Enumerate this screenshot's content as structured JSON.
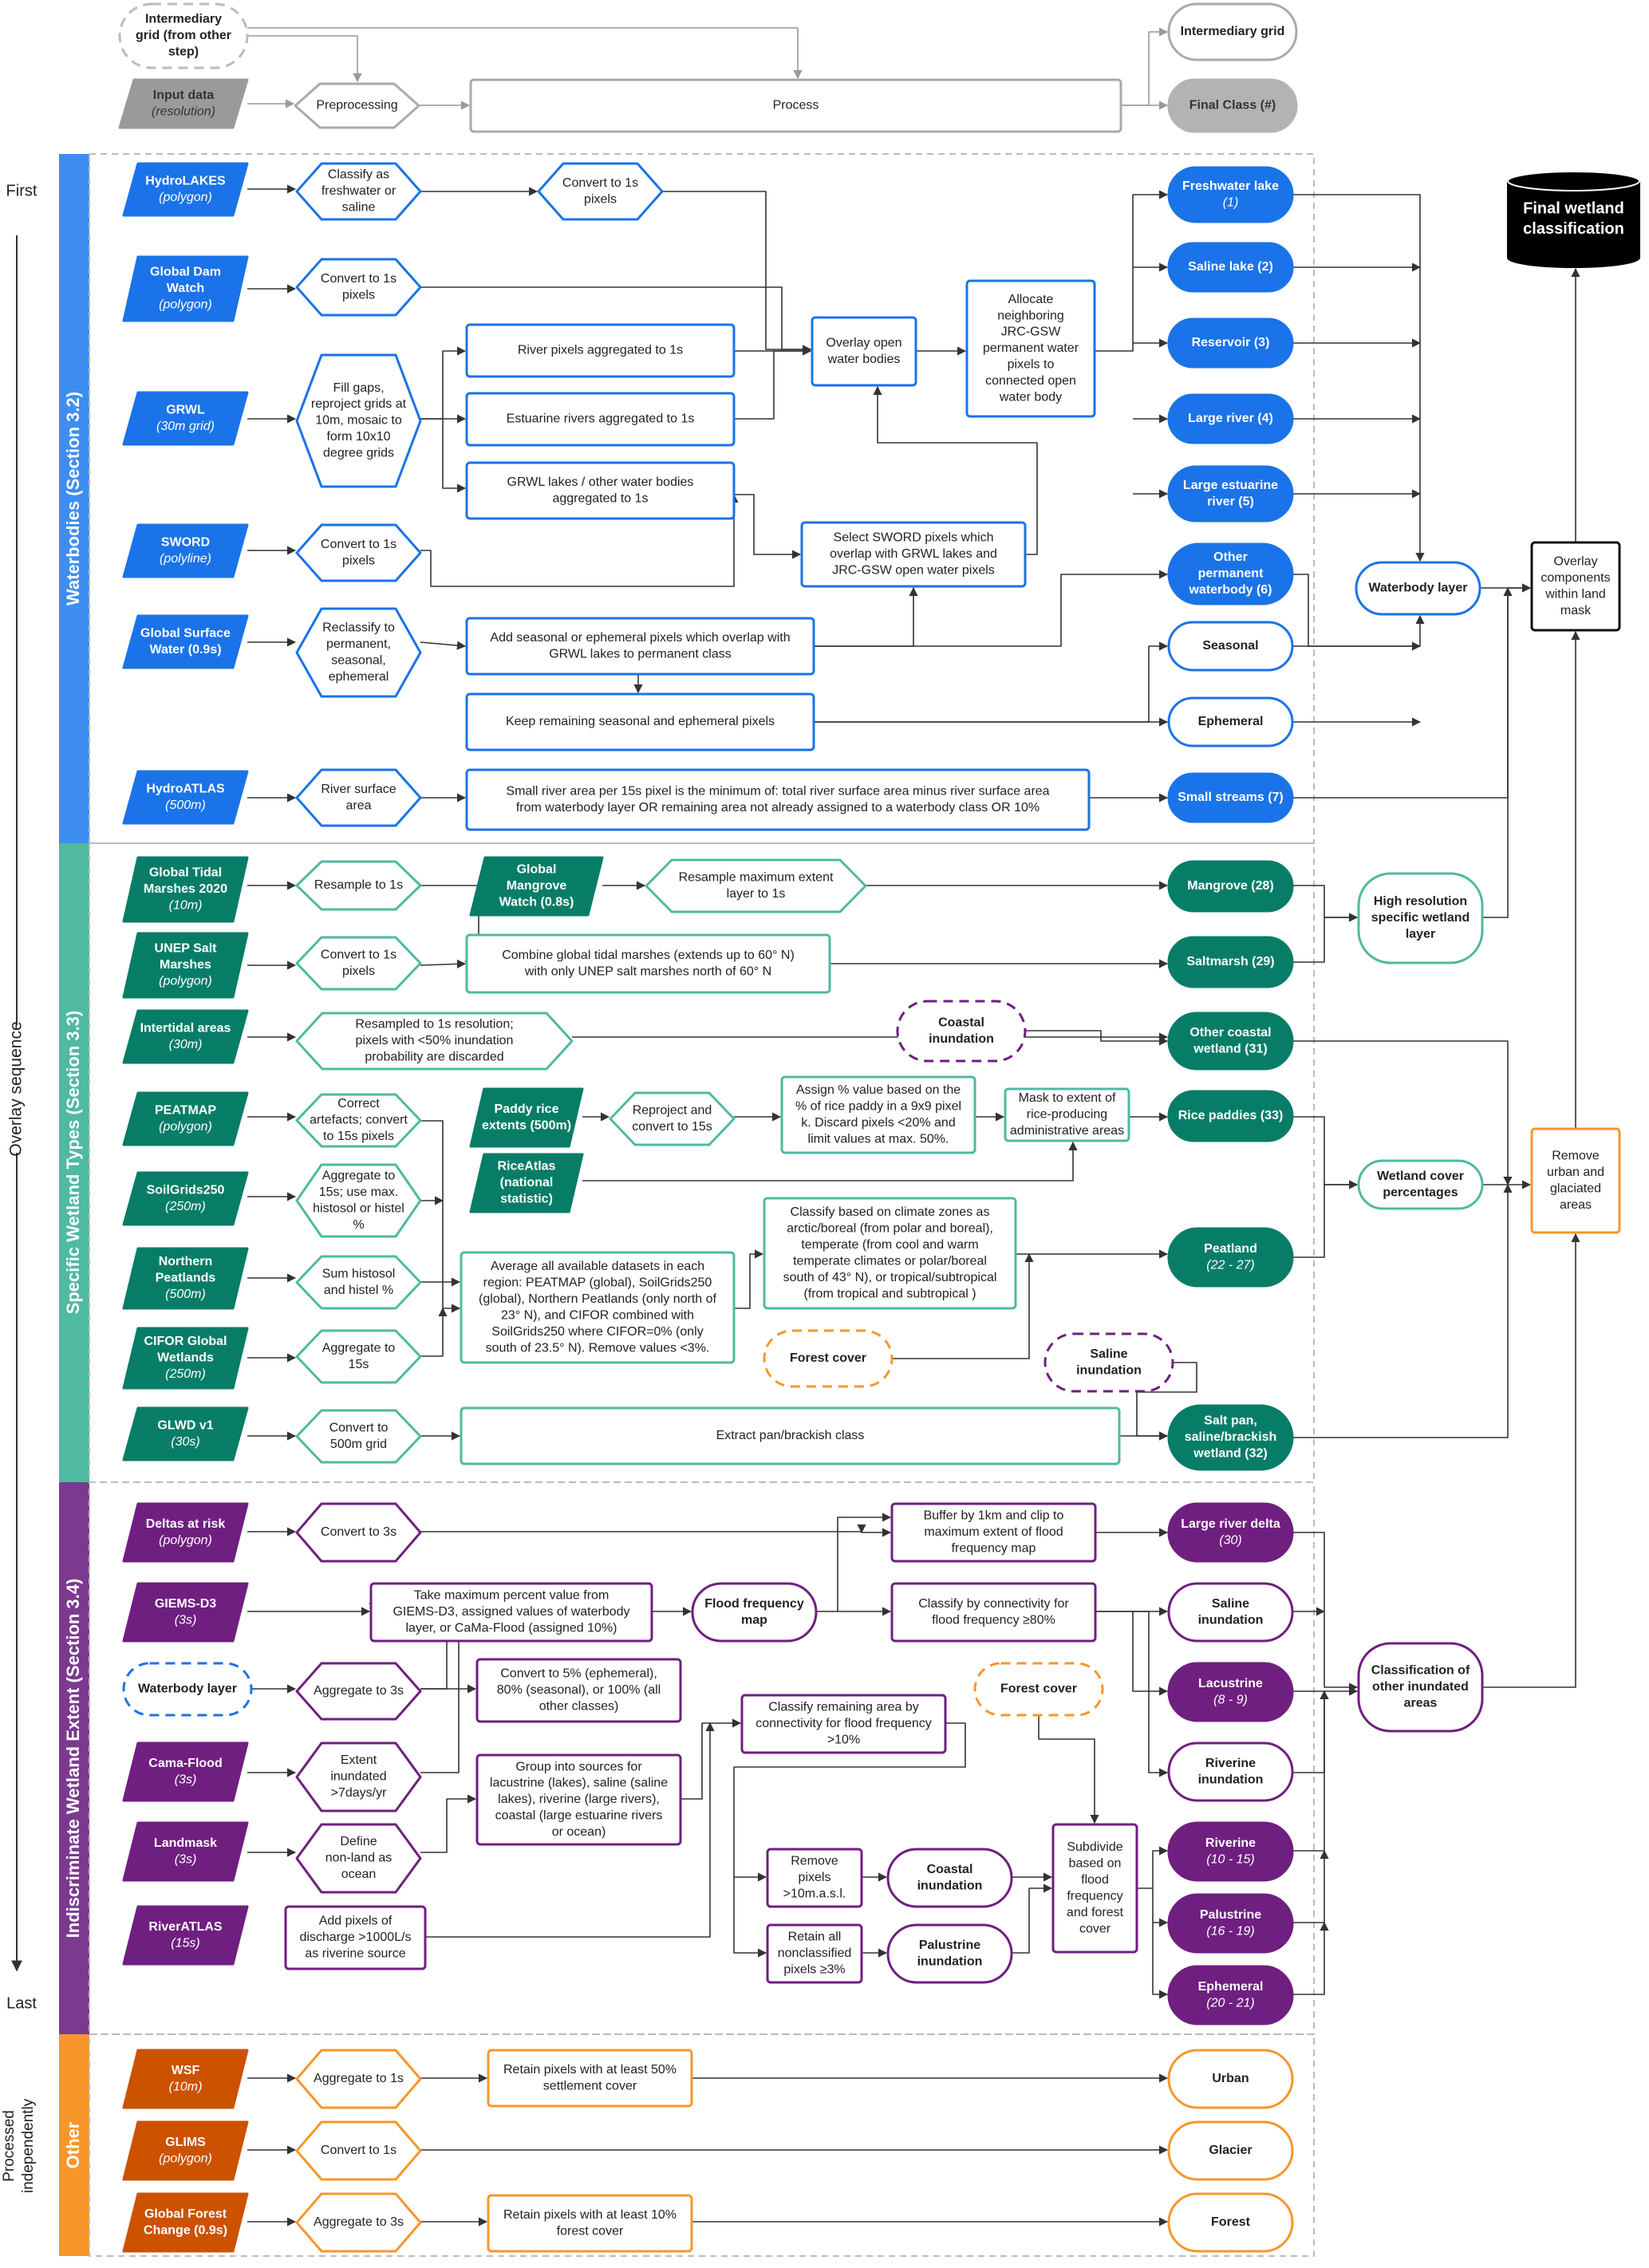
{
  "legend": {
    "intermediary_grid_other": [
      "Intermediary",
      "grid (from other",
      "step)"
    ],
    "input_data": [
      "Input data",
      "(resolution)"
    ],
    "preprocessing": [
      "Preprocessing"
    ],
    "process": [
      "Process"
    ],
    "intermediary_grid": [
      "Intermediary grid"
    ],
    "final_class": [
      "Final Class (#)"
    ]
  },
  "sequence": {
    "first": "First",
    "label": "Overlay sequence",
    "last": "Last",
    "independent": [
      "Processed",
      "independently"
    ]
  },
  "sections": {
    "waterbodies": "Waterbodies (Section 3.2)",
    "specific": "Specific Wetland Types (Section 3.3)",
    "indiscriminate": "Indiscriminate Wetland Extent (Section 3.4)",
    "other": "Other"
  },
  "colors": {
    "water": "#1a73e8",
    "water_band": "#3d8ef0",
    "teal": "#077d67",
    "teal_band": "#4fb9a1",
    "purple": "#6f1f7f",
    "purple_band": "#7b3a8f",
    "orange": "#cc5200",
    "orange_band": "#f7962a",
    "gray": "#9a9a9a"
  },
  "final": {
    "title": [
      "Final wetland",
      "classification"
    ],
    "overlay": [
      "Overlay",
      "components",
      "within land",
      "mask"
    ],
    "remove": [
      "Remove",
      "urban and",
      "glaciated",
      "areas"
    ]
  },
  "waterbodies": {
    "inputs": {
      "hydrolakes": [
        "HydroLAKES",
        "(polygon)"
      ],
      "dam": [
        "Global Dam",
        "Watch",
        "(polygon)"
      ],
      "grwl": [
        "GRWL",
        "(30m grid)"
      ],
      "sword": [
        "SWORD",
        "(polyline)"
      ],
      "gsw": [
        "Global Surface",
        "Water (0.9s)"
      ],
      "hydroatlas": [
        "HydroATLAS",
        "(500m)"
      ]
    },
    "pre": {
      "classify_fresh": [
        "Classify as",
        "freshwater or",
        "saline"
      ],
      "convert_1s_a": [
        "Convert to 1s",
        "pixels"
      ],
      "convert_1s_b": [
        "Convert to 1s",
        "pixels"
      ],
      "grwl_fill": [
        "Fill gaps,",
        "reproject grids at",
        "10m, mosaic to",
        "form 10x10",
        "degree grids"
      ],
      "convert_1s_c": [
        "Convert to 1s",
        "pixels"
      ],
      "reclassify": [
        "Reclassify to",
        "permanent,",
        "seasonal,",
        "ephemeral"
      ],
      "river_surface": [
        "River surface",
        "area"
      ]
    },
    "proc": {
      "river_agg": [
        "River pixels aggregated to 1s"
      ],
      "estuarine_agg": [
        "Estuarine rivers aggregated to 1s"
      ],
      "grwl_lakes": [
        "GRWL lakes / other water bodies",
        "aggregated to 1s"
      ],
      "overlay_open": [
        "Overlay open",
        "water bodies"
      ],
      "allocate": [
        "Allocate",
        "neighboring",
        "JRC-GSW",
        "permanent water",
        "pixels to",
        "connected open",
        "water body"
      ],
      "select_sword": [
        "Select SWORD pixels which",
        "overlap with GRWL lakes and",
        "JRC-GSW open water pixels"
      ],
      "add_seasonal": [
        "Add seasonal or ephemeral pixels which overlap with",
        "GRWL lakes to permanent class"
      ],
      "keep_remaining": [
        "Keep remaining seasonal and ephemeral pixels"
      ],
      "small_river": [
        "Small river area per 15s pixel is the minimum of: total river surface area minus river surface area",
        "from waterbody layer OR remaining area not already assigned to a waterbody class OR 10%"
      ]
    },
    "classes": {
      "freshwater": [
        "Freshwater lake",
        "(1)"
      ],
      "saline": [
        "Saline lake (2)"
      ],
      "reservoir": [
        "Reservoir (3)"
      ],
      "large_river": [
        "Large river (4)"
      ],
      "estuarine": [
        "Large estuarine",
        "river (5)"
      ],
      "other_perm": [
        "Other",
        "permanent",
        "waterbody (6)"
      ],
      "seasonal": [
        "Seasonal"
      ],
      "ephemeral": [
        "Ephemeral"
      ],
      "small_streams": [
        "Small streams (7)"
      ]
    },
    "layer": [
      "Waterbody layer"
    ]
  },
  "specific": {
    "inputs": {
      "tidal": [
        "Global Tidal",
        "Marshes 2020",
        "(10m)"
      ],
      "unep": [
        "UNEP Salt",
        "Marshes",
        "(polygon)"
      ],
      "intertidal": [
        "Intertidal areas",
        "(30m)"
      ],
      "peatmap": [
        "PEATMAP",
        "(polygon)"
      ],
      "soilgrids": [
        "SoilGrids250",
        "(250m)"
      ],
      "northern": [
        "Northern",
        "Peatlands",
        "(500m)"
      ],
      "cifor": [
        "CIFOR Global",
        "Wetlands",
        "(250m)"
      ],
      "glwd": [
        "GLWD v1",
        "(30s)"
      ],
      "mangrove": [
        "Global",
        "Mangrove",
        "Watch (0.8s)"
      ],
      "paddy": [
        "Paddy rice",
        "extents (500m)"
      ],
      "riceatlas": [
        "RiceAtlas",
        "(national",
        "statistic)"
      ]
    },
    "pre": {
      "resample_1s": [
        "Resample to 1s"
      ],
      "convert_1s": [
        "Convert to 1s",
        "pixels"
      ],
      "resampled_1s": [
        "Resampled to 1s resolution;",
        "pixels with <50% inundation",
        "probability are discarded"
      ],
      "correct": [
        "Correct",
        "artefacts; convert",
        "to 15s pixels"
      ],
      "aggregate_15s_max": [
        "Aggregate to",
        "15s; use max.",
        "histosol or histel",
        "%"
      ],
      "sum_histosol": [
        "Sum histosol",
        "and histel %"
      ],
      "aggregate_15s": [
        "Aggregate to",
        "15s"
      ],
      "convert_500m": [
        "Convert to",
        "500m grid"
      ],
      "resample_max": [
        "Resample maximum extent",
        "layer to 1s"
      ],
      "reproject": [
        "Reproject and",
        "convert to 15s"
      ]
    },
    "proc": {
      "combine": [
        "Combine global tidal marshes (extends up to 60° N)",
        "with only UNEP salt marshes north of 60° N"
      ],
      "assign": [
        "Assign % value based on the",
        "% of rice paddy in a 9x9 pixel",
        "k. Discard pixels <20% and",
        "limit values at max. 50%."
      ],
      "mask_rice": [
        "Mask to extent of",
        "rice-producing",
        "administrative areas"
      ],
      "average": [
        "Average all available datasets in each",
        "region: PEATMAP (global), SoilGrids250",
        "(global), Northern Peatlands (only north of",
        "23° N), and CIFOR combined with",
        "SoilGrids250 where CIFOR=0% (only",
        "south of 23.5° N). Remove values <3%."
      ],
      "classify_climate": [
        "Classify based on climate zones as",
        "arctic/boreal (from polar and boreal),",
        "temperate (from cool and warm",
        "temperate climates or polar/boreal",
        "south of 43° N), or tropical/subtropical",
        "(from tropical and subtropical )"
      ],
      "extract_pan": [
        "Extract pan/brackish class"
      ]
    },
    "inter": {
      "coastal_inundation": [
        "Coastal",
        "inundation"
      ],
      "forest_cover": [
        "Forest cover"
      ],
      "saline_inundation": [
        "Saline",
        "inundation"
      ]
    },
    "classes": {
      "mangrove": [
        "Mangrove (28)"
      ],
      "saltmarsh": [
        "Saltmarsh (29)"
      ],
      "other_coastal": [
        "Other coastal",
        "wetland (31)"
      ],
      "rice": [
        "Rice paddies (33)"
      ],
      "peatland": [
        "Peatland",
        "(22 - 27)"
      ],
      "salt_pan": [
        "Salt pan,",
        "saline/brackish",
        "wetland (32)"
      ]
    },
    "layer_high": [
      "High resolution",
      "specific wetland",
      "layer"
    ],
    "layer_cover": [
      "Wetland cover",
      "percentages"
    ]
  },
  "indiscriminate": {
    "inputs": {
      "deltas": [
        "Deltas at risk",
        "(polygon)"
      ],
      "giems": [
        "GIEMS-D3",
        "(3s)"
      ],
      "cama": [
        "Cama-Flood",
        "(3s)"
      ],
      "landmask": [
        "Landmask",
        "(3s)"
      ],
      "riveratlas": [
        "RiverATLAS",
        "(15s)"
      ]
    },
    "inter_waterbody": [
      "Waterbody layer"
    ],
    "pre": {
      "convert_3s": [
        "Convert to 3s"
      ],
      "aggregate_3s": [
        "Aggregate to 3s"
      ],
      "extent_inundated": [
        "Extent",
        "inundated",
        ">7days/yr"
      ],
      "define_nonland": [
        "Define",
        "non-land as",
        "ocean"
      ]
    },
    "proc": {
      "take_max": [
        "Take maximum percent value from",
        "GIEMS-D3, assigned values of waterbody",
        "layer, or CaMa-Flood (assigned 10%)"
      ],
      "convert_5": [
        "Convert to 5% (ephemeral),",
        "80% (seasonal), or 100% (all",
        "other classes)"
      ],
      "group_sources": [
        "Group into sources for",
        "lacustrine (lakes), saline (saline",
        "lakes), riverine (large rivers),",
        "coastal (large estuarine rivers",
        "or ocean)"
      ],
      "add_pixels": [
        "Add pixels of",
        "discharge >1000L/s",
        "as riverine source"
      ],
      "buffer": [
        "Buffer by 1km and clip to",
        "maximum extent of flood",
        "frequency map"
      ],
      "classify_conn": [
        "Classify by connectivity for",
        "flood frequency ≥80%"
      ],
      "classify_remaining": [
        "Classify remaining area by",
        "connectivity for flood frequency",
        ">10%"
      ],
      "remove_pixels": [
        "Remove",
        "pixels",
        ">10m.a.s.l."
      ],
      "retain_all": [
        "Retain all",
        "nonclassified",
        "pixels ≥3%"
      ],
      "subdivide": [
        "Subdivide",
        "based on",
        "flood",
        "frequency",
        "and forest",
        "cover"
      ]
    },
    "inter": {
      "flood_map": [
        "Flood frequency",
        "map"
      ],
      "forest_cover": [
        "Forest cover"
      ],
      "coastal_inund": [
        "Coastal",
        "inundation"
      ],
      "palustrine_inund": [
        "Palustrine",
        "inundation"
      ],
      "saline_inund": [
        "Saline",
        "inundation"
      ],
      "riverine_inund": [
        "Riverine",
        "inundation"
      ]
    },
    "classes": {
      "large_delta": [
        "Large river delta",
        "(30)"
      ],
      "lacustrine": [
        "Lacustrine",
        "(8 - 9)"
      ],
      "riverine": [
        "Riverine",
        "(10 - 15)"
      ],
      "palustrine": [
        "Palustrine",
        "(16 - 19)"
      ],
      "ephemeral": [
        "Ephemeral",
        "(20 - 21)"
      ]
    },
    "layer": [
      "Classification of",
      "other inundated",
      "areas"
    ]
  },
  "other": {
    "inputs": {
      "wsf": [
        "WSF",
        "(10m)"
      ],
      "glims": [
        "GLIMS",
        "(polygon)"
      ],
      "gfc": [
        "Global Forest",
        "Change (0.9s)"
      ]
    },
    "pre": {
      "aggregate_1s": [
        "Aggregate to 1s"
      ],
      "convert_1s": [
        "Convert to 1s"
      ],
      "aggregate_3s": [
        "Aggregate to 3s"
      ]
    },
    "proc": {
      "retain_50": [
        "Retain pixels with at least 50%",
        "settlement cover"
      ],
      "retain_10": [
        "Retain pixels with at least 10%",
        "forest cover"
      ]
    },
    "classes": {
      "urban": [
        "Urban"
      ],
      "glacier": [
        "Glacier"
      ],
      "forest": [
        "Forest"
      ]
    }
  }
}
